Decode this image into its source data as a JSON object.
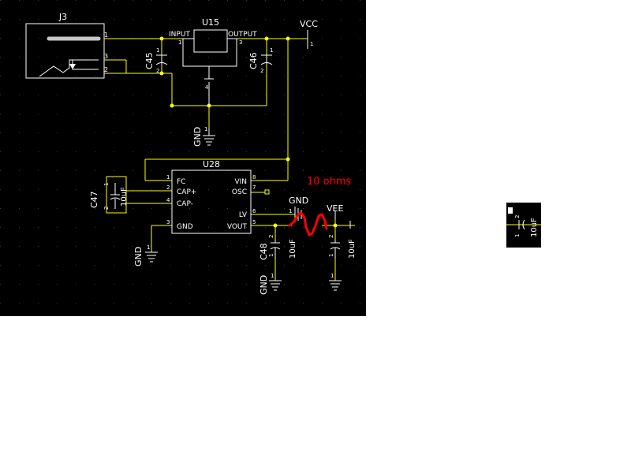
{
  "schematic": {
    "colors": {
      "background": "#000000",
      "wire": "#ffff00",
      "body": "#ffffff",
      "pin": "#ffffff",
      "annotation": "#ff0000",
      "grid": "#3a3a3a"
    },
    "connector": {
      "ref": "J3",
      "pin1": "1",
      "pin3": "3",
      "pin2": "2"
    },
    "regulator": {
      "ref": "U15",
      "input_label": "INPUT",
      "output_label": "OUTPUT",
      "pin_in": "1",
      "pin_out": "3",
      "pin_gnd": "4"
    },
    "c45": {
      "ref": "C45",
      "pin1": "1",
      "pin2": "2"
    },
    "c46": {
      "ref": "C46",
      "pin1": "1",
      "pin2": "2"
    },
    "vcc": {
      "label": "VCC",
      "pin": "1"
    },
    "gnd_top": {
      "label": "GND",
      "pin": "1"
    },
    "converter": {
      "ref": "U28",
      "fc": "FC",
      "cap_plus": "CAP+",
      "cap_minus": "CAP-",
      "gnd": "GND",
      "vin": "VIN",
      "osc": "OSC",
      "lv": "LV",
      "vout": "VOUT",
      "p1": "1",
      "p2": "2",
      "p4": "4",
      "p3": "3",
      "p8": "8",
      "p7": "7",
      "p6": "6",
      "p5": "5"
    },
    "c47": {
      "ref": "C47",
      "value": "10uF",
      "pin1": "1",
      "pin2": "2"
    },
    "gnd_mid": {
      "label": "GND",
      "pin": "1"
    },
    "gnd_lv": {
      "label": "GND",
      "pin": "1"
    },
    "c48": {
      "ref": "C48",
      "value": "10uF",
      "pin1": "1",
      "pin2": "2"
    },
    "c49": {
      "value": "10uF",
      "pin1": "1",
      "pin2": "2"
    },
    "gnd_c48": {
      "label": "GND",
      "pin": "1"
    },
    "gnd_c49": {
      "pin": "1"
    },
    "vee": {
      "label": "VEE"
    },
    "annotation": {
      "text": "10 ohms"
    }
  },
  "detached_part": {
    "value": "10uF",
    "pin1": "1",
    "pin2": "2"
  }
}
